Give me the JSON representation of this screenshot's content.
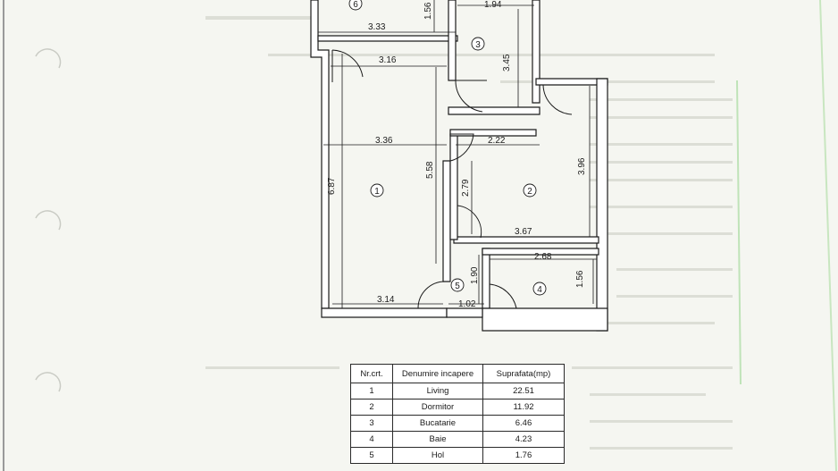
{
  "rooms": [
    {
      "id": "1",
      "name": "Living",
      "area": "22.51"
    },
    {
      "id": "2",
      "name": "Dormitor",
      "area": "11.92"
    },
    {
      "id": "3",
      "name": "Bucatarie",
      "area": "6.46"
    },
    {
      "id": "4",
      "name": "Baie",
      "area": "4.23"
    },
    {
      "id": "5",
      "name": "Hol",
      "area": "1.76"
    },
    {
      "id": "6",
      "name": "",
      "area": ""
    }
  ],
  "dimensions": {
    "d333": "3.33",
    "d156a": "1.56",
    "d194": "1.94",
    "d345": "3.45",
    "d316": "3.16",
    "d336": "3.36",
    "d222": "2.22",
    "d396": "3.96",
    "d687": "6.87",
    "d558": "5.58",
    "d279": "2.79",
    "d367": "3.67",
    "d268": "2.68",
    "d190": "1.90",
    "d156b": "1.56",
    "d102": "1.02",
    "d314": "3.14"
  },
  "table": {
    "headers": [
      "Nr.crt.",
      "Denumire incapere",
      "Suprafata(mp)"
    ],
    "rows": [
      [
        "1",
        "Living",
        "22.51"
      ],
      [
        "2",
        "Dormitor",
        "11.92"
      ],
      [
        "3",
        "Bucatarie",
        "6.46"
      ],
      [
        "4",
        "Baie",
        "4.23"
      ],
      [
        "5",
        "Hol",
        "1.76"
      ]
    ]
  },
  "colors": {
    "paper": "#f5f6f1",
    "ink": "#1c1c1c",
    "wall": "#ffffff"
  }
}
